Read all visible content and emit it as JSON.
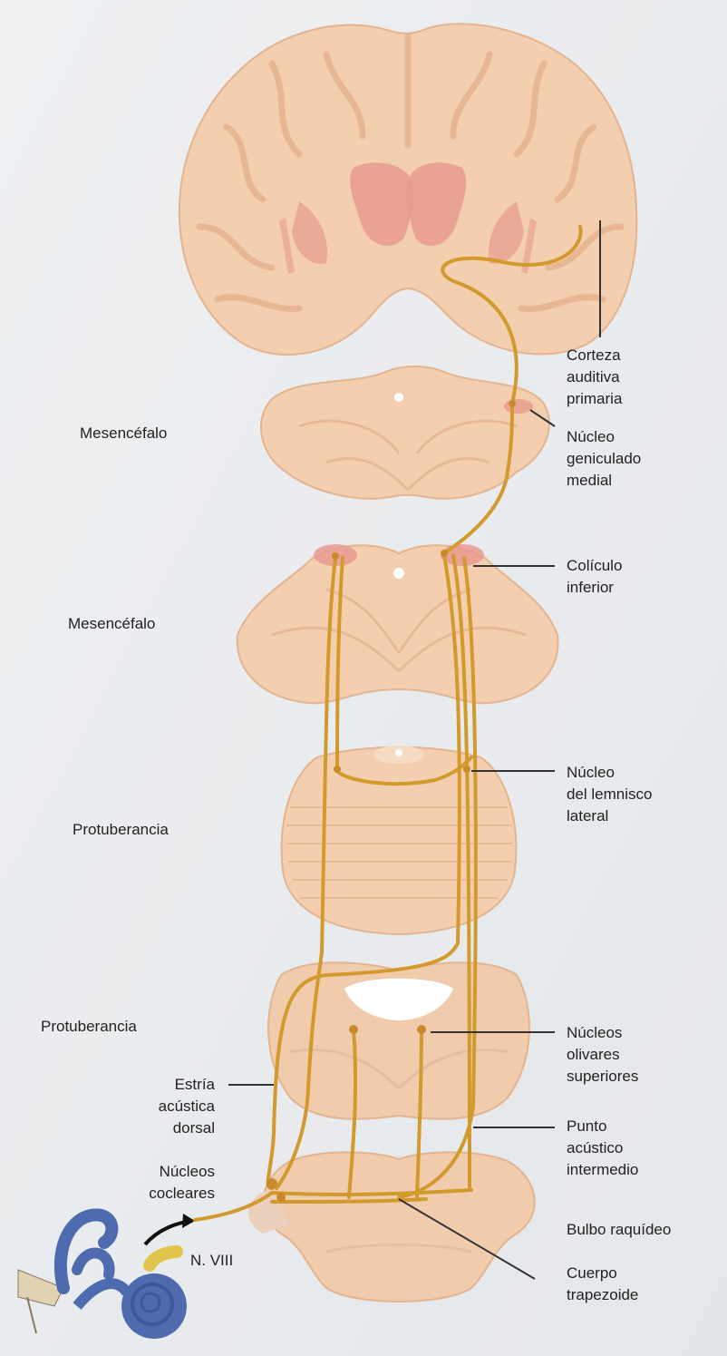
{
  "colors": {
    "background": "#e9ecef",
    "tissue": "#f3cfaf",
    "tissue_shade": "#e7b896",
    "nucleus_pink": "#e79a8f",
    "pathway": "#d29a2c",
    "ear": "#4e6bb0",
    "nerve": "#e3c44a",
    "leader": "#333333"
  },
  "sections": {
    "mesencefalo_upper": "Mesencéfalo",
    "mesencefalo_lower": "Mesencéfalo",
    "protuberancia_upper": "Protuberancia",
    "protuberancia_lower": "Protuberancia",
    "bulbo": "Bulbo raquídeo"
  },
  "labels": {
    "corteza": [
      "Corteza",
      "auditiva",
      "primaria"
    ],
    "geniculado": [
      "Núcleo",
      "geniculado",
      "medial"
    ],
    "coliculo": [
      "Colículo",
      "inferior"
    ],
    "lemnisco": [
      "Núcleo",
      "del lemnisco",
      "lateral"
    ],
    "olivares": [
      "Núcleos",
      "olivares",
      "superiores"
    ],
    "punto": [
      "Punto",
      "acústico",
      "intermedio"
    ],
    "trapezoide": [
      "Cuerpo",
      "trapezoide"
    ],
    "estria": [
      "Estría",
      "acústica",
      "dorsal"
    ],
    "cocleares": [
      "Núcleos",
      "cocleares"
    ],
    "nervio": "N. VIII"
  }
}
